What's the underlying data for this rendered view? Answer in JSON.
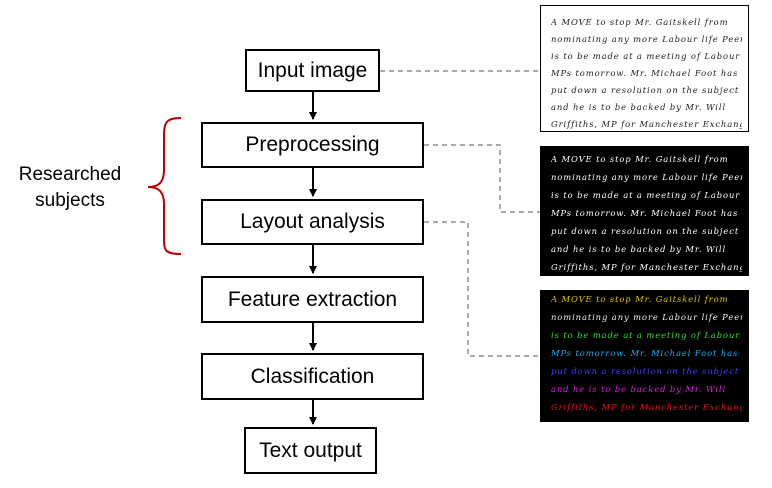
{
  "diagram": {
    "steps": [
      {
        "id": "input",
        "label": "Input image"
      },
      {
        "id": "pre",
        "label": "Preprocessing"
      },
      {
        "id": "layout",
        "label": "Layout analysis"
      },
      {
        "id": "feature",
        "label": "Feature extraction"
      },
      {
        "id": "class",
        "label": "Classification"
      },
      {
        "id": "output",
        "label": "Text output"
      }
    ],
    "bracket_label_lines": [
      "Researched",
      "subjects"
    ],
    "bracket_color": "#c00000",
    "connector_color": "#777777",
    "panels": [
      {
        "id": "panel-original",
        "background": "#ffffff",
        "text_colors": [
          "#222222",
          "#222222",
          "#222222",
          "#222222",
          "#222222",
          "#222222",
          "#222222"
        ]
      },
      {
        "id": "panel-binarized",
        "background": "#000000",
        "text_colors": [
          "#ffffff",
          "#ffffff",
          "#ffffff",
          "#ffffff",
          "#ffffff",
          "#ffffff",
          "#ffffff"
        ]
      },
      {
        "id": "panel-lines",
        "background": "#000000",
        "text_colors": [
          "#e0c000",
          "#f0f0f0",
          "#33dd33",
          "#22aaee",
          "#5533ff",
          "#dd22dd",
          "#ee1111"
        ]
      }
    ],
    "handwriting_lines": [
      "A MOVE to stop Mr. Gaitskell from",
      "nominating any more Labour life Peers",
      "is to be made at a meeting of Labour",
      "MPs tomorrow. Mr. Michael Foot has",
      "put down a resolution on the subject",
      "and he is to be backed by Mr. Will",
      "Griffiths, MP for Manchester Exchange."
    ]
  }
}
